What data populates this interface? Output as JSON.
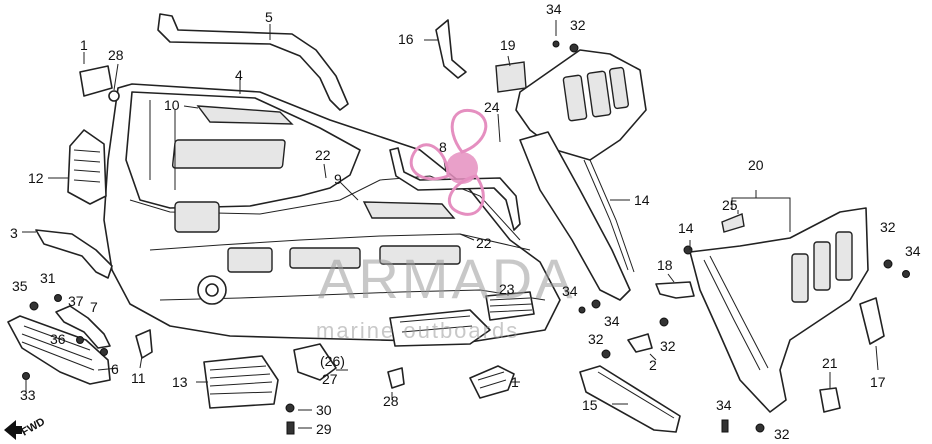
{
  "watermark": {
    "brand": "ARMADA",
    "tagline": "marine outboards",
    "logo_color": "#e58fc0"
  },
  "direction_marker": "FWD",
  "callouts": [
    "1",
    "1",
    "2",
    "3",
    "4",
    "5",
    "6",
    "7",
    "8",
    "9",
    "10",
    "11",
    "12",
    "13",
    "14",
    "14",
    "15",
    "16",
    "17",
    "18",
    "19",
    "20",
    "21",
    "22",
    "22",
    "23",
    "24",
    "25",
    "(26)",
    "27",
    "28",
    "28",
    "29",
    "30",
    "31",
    "32",
    "32",
    "32",
    "32",
    "32",
    "33",
    "34",
    "34",
    "34",
    "34",
    "34",
    "35",
    "36",
    "37"
  ]
}
